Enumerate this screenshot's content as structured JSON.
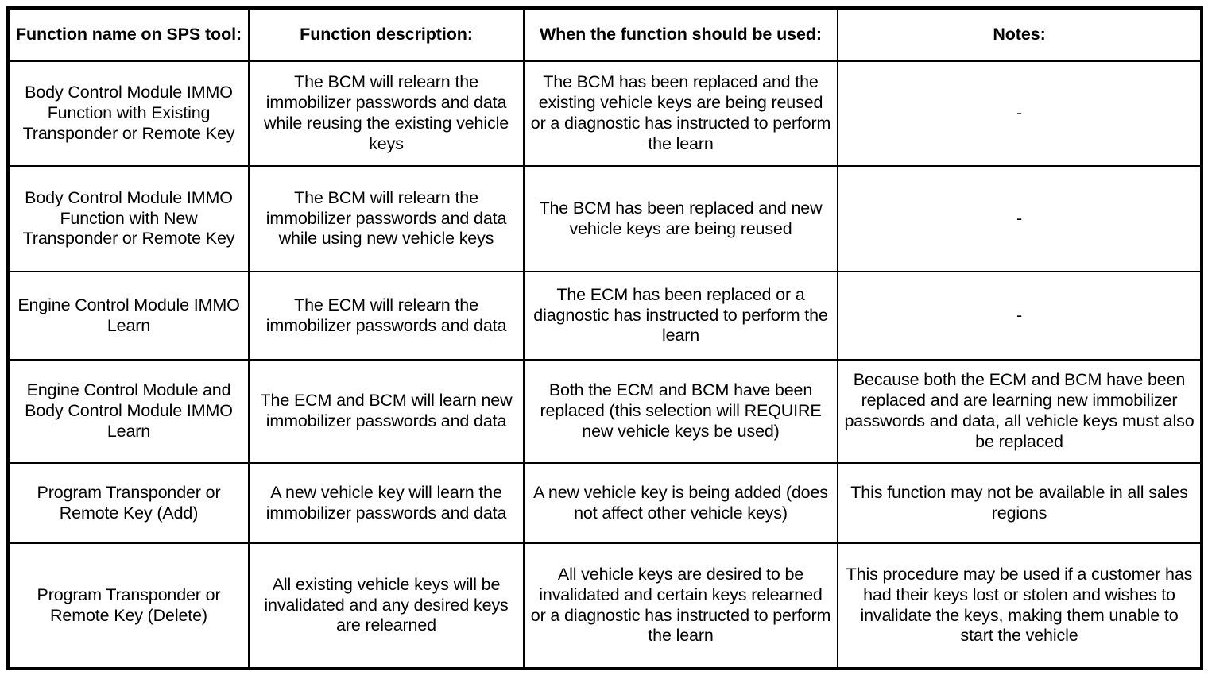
{
  "table": {
    "columns": [
      "Function name on SPS tool:",
      "Function description:",
      "When the function should be used:",
      "Notes:"
    ],
    "rows": [
      {
        "function_name": "Body Control Module IMMO Function with Existing Transponder or Remote Key",
        "function_description": "The BCM will relearn the immobilizer passwords and data while reusing the existing vehicle keys",
        "when_used": "The BCM has been replaced and the existing vehicle keys are being reused or a diagnostic has instructed to perform the learn",
        "notes": "-"
      },
      {
        "function_name": "Body Control Module IMMO Function with New Transponder or Remote Key",
        "function_description": "The BCM will relearn the immobilizer passwords and data while using new vehicle keys",
        "when_used": "The BCM has been replaced and new vehicle keys are being reused",
        "notes": "-"
      },
      {
        "function_name": "Engine Control Module IMMO Learn",
        "function_description": "The ECM will relearn the immobilizer passwords and data",
        "when_used": "The ECM has been replaced or a diagnostic has instructed to perform the learn",
        "notes": "-"
      },
      {
        "function_name": "Engine Control Module and Body Control Module IMMO Learn",
        "function_description": "The ECM and BCM will learn new immobilizer passwords and data",
        "when_used": "Both the ECM and BCM have been replaced (this selection will REQUIRE new vehicle keys be used)",
        "notes": "Because both the ECM and BCM have been replaced and are learning new immobilizer passwords and data, all vehicle keys must also be replaced"
      },
      {
        "function_name": "Program Transponder or Remote Key (Add)",
        "function_description": "A new vehicle key will learn the immobilizer passwords and data",
        "when_used": "A new vehicle key is being added (does not affect other vehicle keys)",
        "notes": "This function may not be available in all sales regions"
      },
      {
        "function_name": "Program Transponder or Remote Key (Delete)",
        "function_description": "All existing vehicle keys will be invalidated and any desired keys are relearned",
        "when_used": "All vehicle keys are desired to be invalidated and certain keys relearned or a diagnostic has instructed to perform the learn",
        "notes": "This procedure may be used if a customer has had their keys lost or stolen and wishes to invalidate the keys, making them unable to start the vehicle"
      }
    ]
  },
  "colors": {
    "border": "#000000",
    "text": "#000000",
    "background": "#ffffff"
  }
}
